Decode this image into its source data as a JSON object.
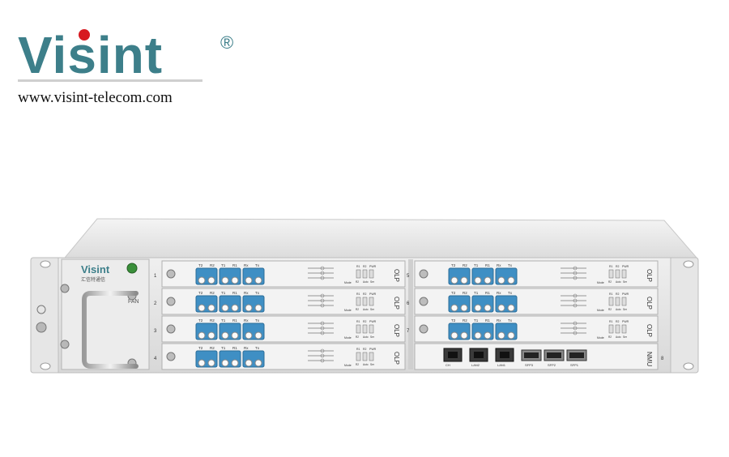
{
  "brand": {
    "name": "Visint",
    "registered": "®",
    "website": "www.visint-telecom.com"
  },
  "device": {
    "panel_brand": "Visint",
    "panel_brand_cn": "汇信特通信",
    "fan_label": "FAN",
    "left_slots": [
      {
        "number": "1",
        "module": "OLP"
      },
      {
        "number": "2",
        "module": "OLP"
      },
      {
        "number": "3",
        "module": "OLP"
      },
      {
        "number": "4",
        "module": "OLP"
      }
    ],
    "right_slots": [
      {
        "number": "5",
        "module": "OLP"
      },
      {
        "number": "6",
        "module": "OLP"
      },
      {
        "number": "7",
        "module": "OLP"
      },
      {
        "number": "8",
        "module": "NMU"
      }
    ],
    "port_labels": [
      "T2",
      "R2",
      "T1",
      "R1",
      "Rx",
      "Tx"
    ],
    "switch_labels": [
      "R1",
      "R2",
      "PWR"
    ],
    "switch_sub": [
      "R2",
      "Auto",
      "Ser"
    ],
    "mode_label": "Mode",
    "nmu_ports": [
      "CH",
      "LAN2",
      "LAN1"
    ],
    "nmu_sfp": [
      "SFP3",
      "SFP2",
      "SFP1"
    ]
  },
  "colors": {
    "brand_teal": "#3d7f8a",
    "brand_red": "#d71920",
    "connector_blue": "#3f8fc4"
  }
}
